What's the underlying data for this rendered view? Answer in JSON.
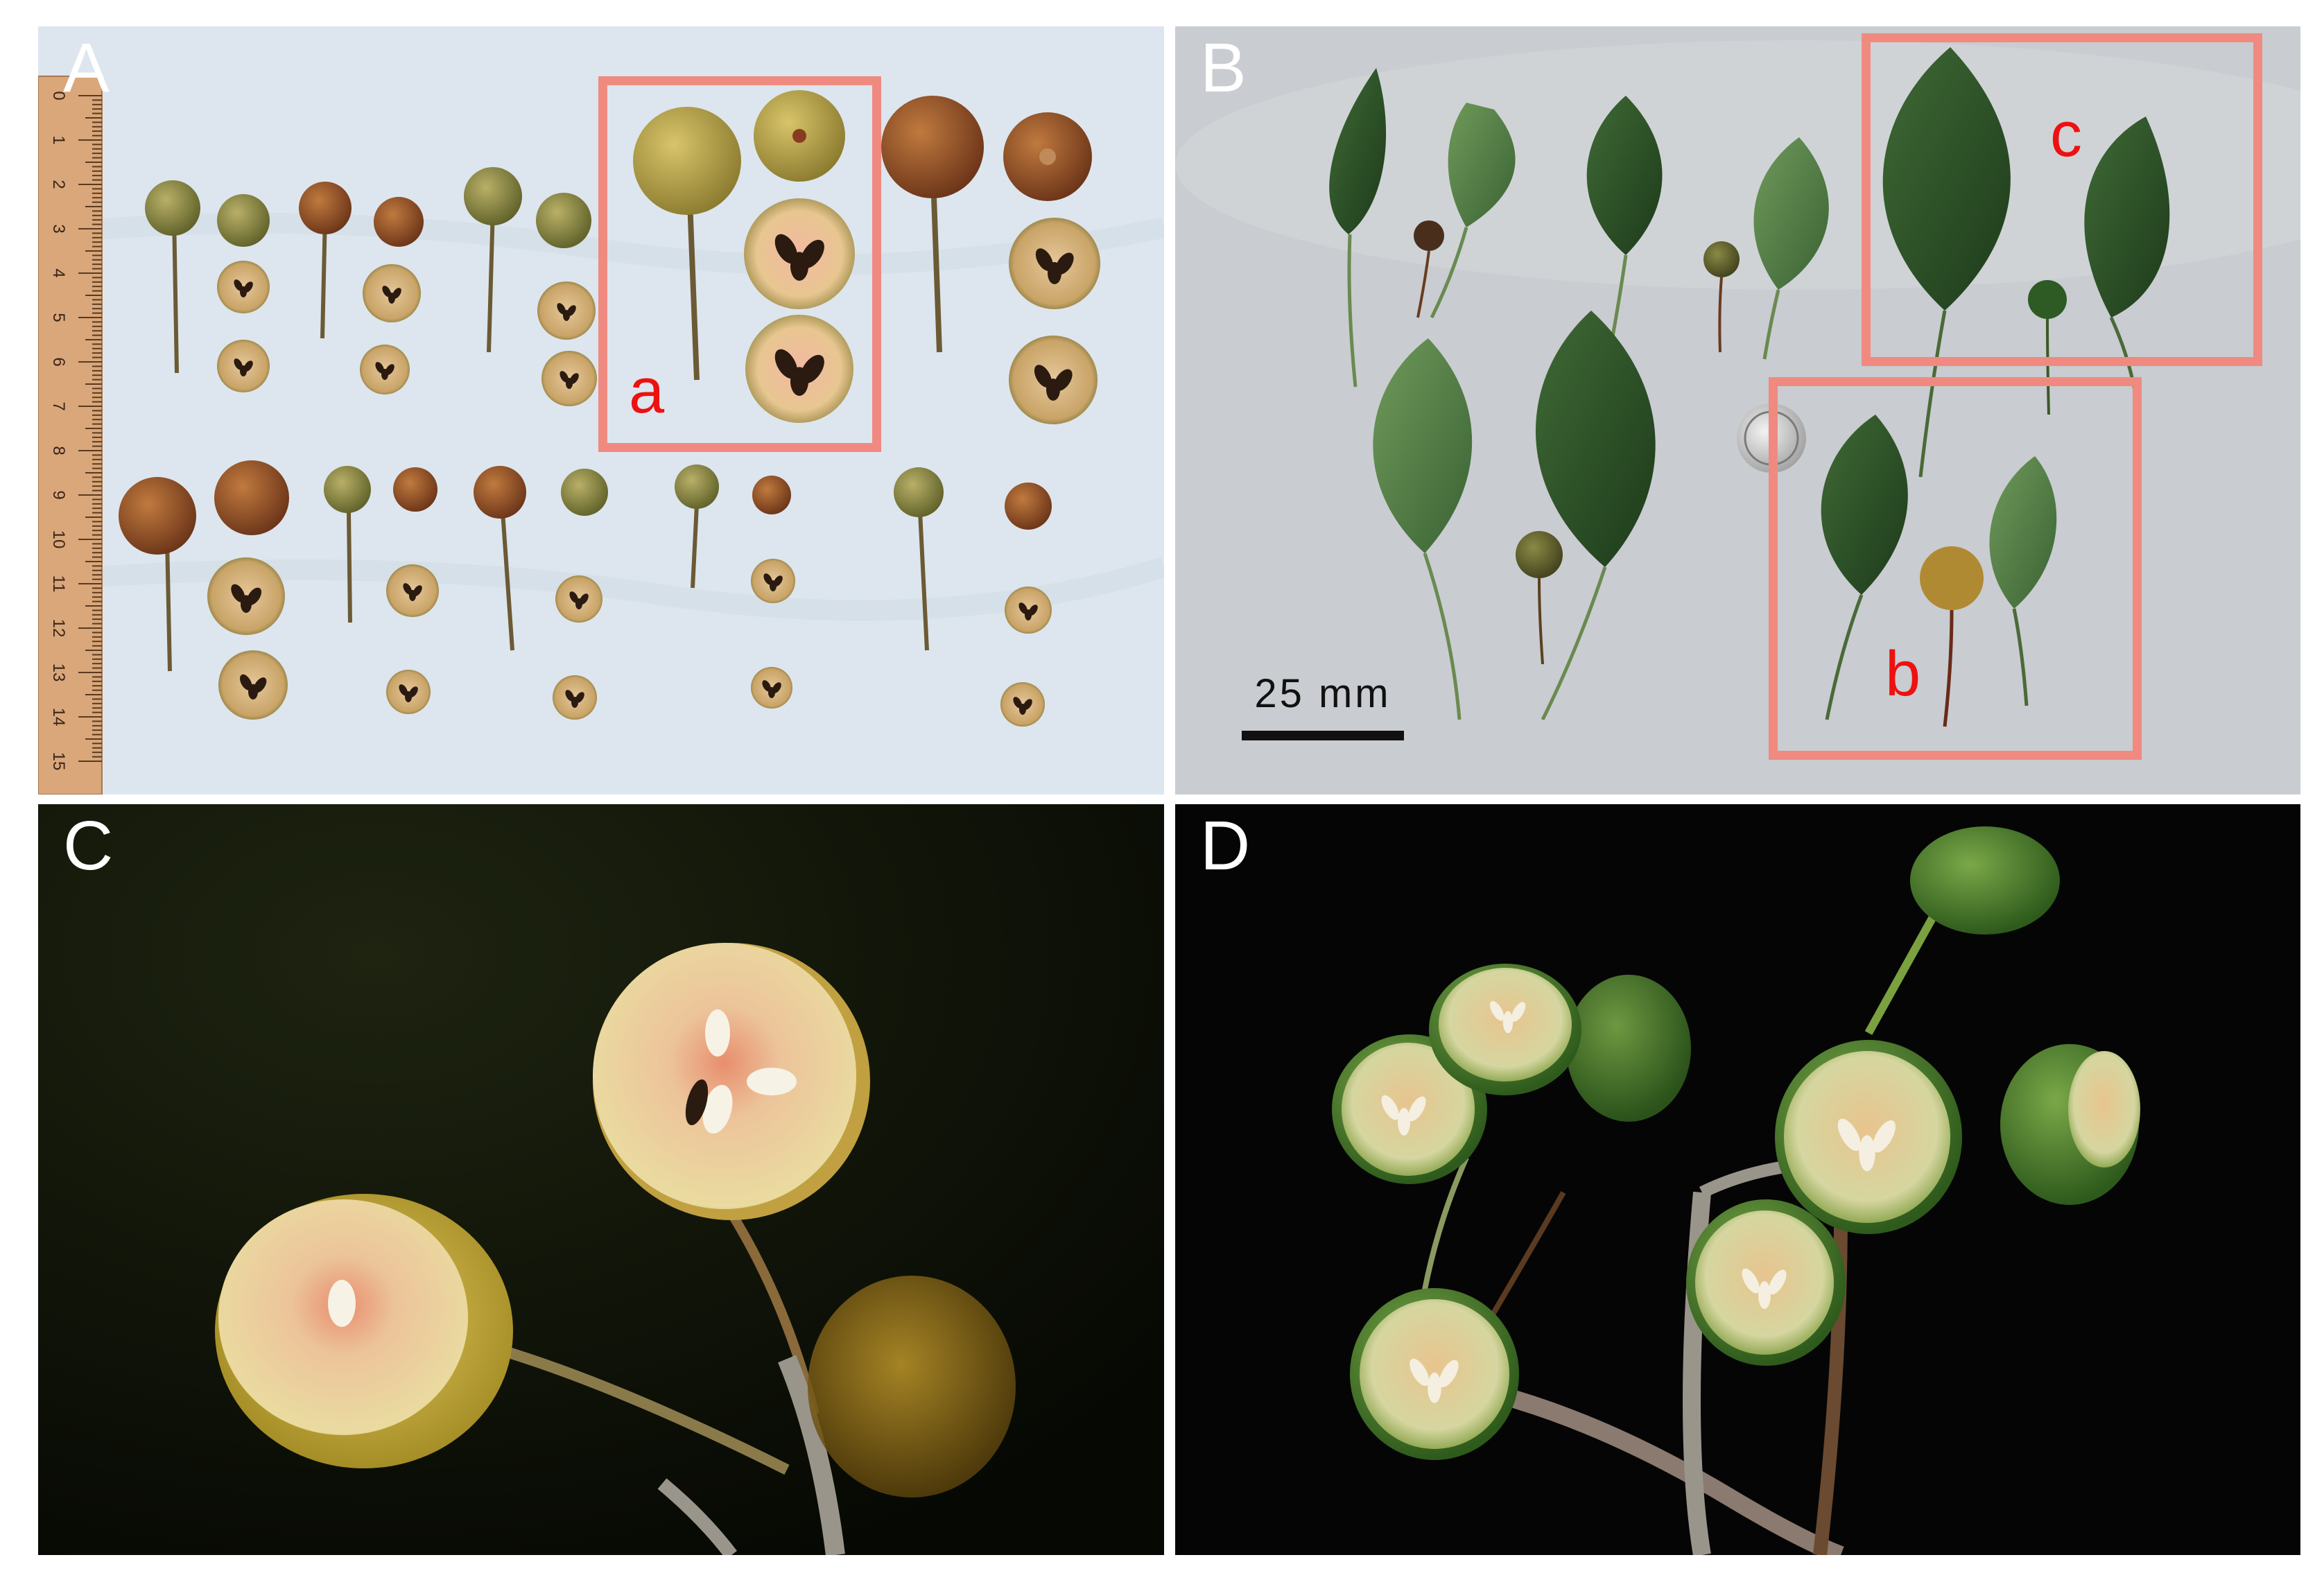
{
  "panels": {
    "A": {
      "label": "A",
      "box_label": "a",
      "label_color": "#ffffff"
    },
    "B": {
      "label": "B",
      "box_labels": [
        "c",
        "b"
      ],
      "label_color": "#ffffff",
      "scale_bar": "25 mm"
    },
    "C": {
      "label": "C",
      "label_color": "#ffffff"
    },
    "D": {
      "label": "D",
      "label_color": "#ffffff"
    }
  },
  "ruler": {
    "ticks": [
      "0",
      "1",
      "2",
      "3",
      "4",
      "5",
      "6",
      "7",
      "8",
      "9",
      "10",
      "11",
      "12",
      "13",
      "14",
      "15"
    ]
  },
  "colors": {
    "highlight_box": "#f08a80",
    "box_label": "#ee1111",
    "panel_A_bg": "#dde6ee",
    "panel_B_bg": "#c9ccd0",
    "dark_bg": "#0b0d06"
  }
}
